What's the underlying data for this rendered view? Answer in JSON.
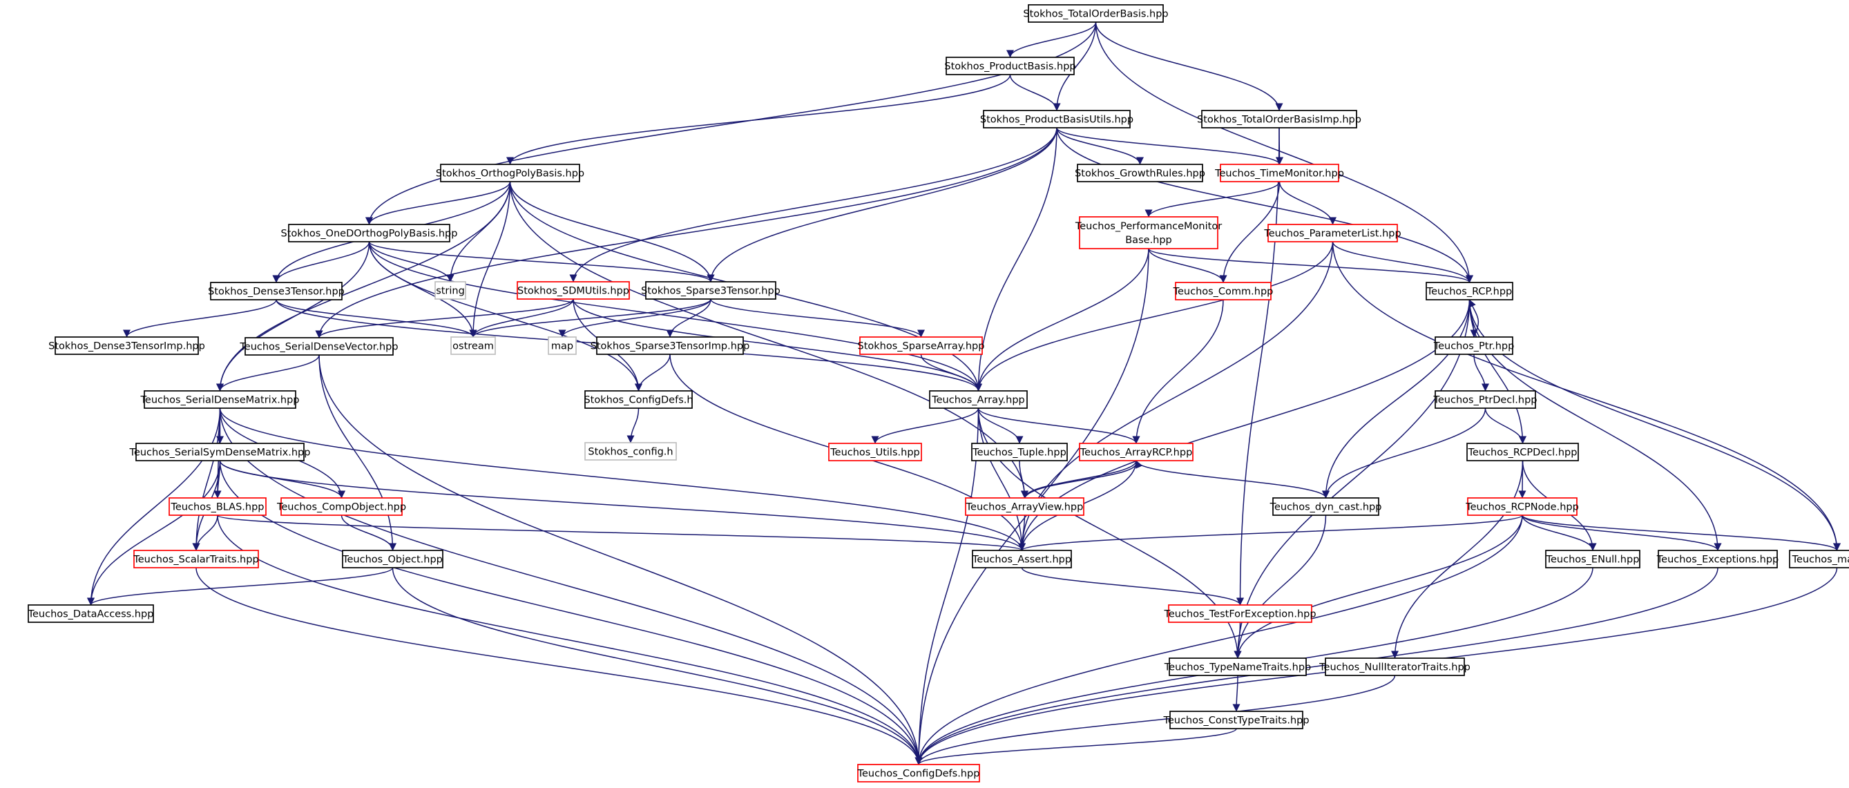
{
  "diagram": {
    "nodes": [
      {
        "id": "total_order_basis",
        "label": "Stokhos_TotalOrderBasis.hpp",
        "style": "root"
      },
      {
        "id": "product_basis",
        "label": "Stokhos_ProductBasis.hpp",
        "style": "normal"
      },
      {
        "id": "product_basis_utils",
        "label": "Stokhos_ProductBasisUtils.hpp",
        "style": "normal"
      },
      {
        "id": "total_order_basis_imp",
        "label": "Stokhos_TotalOrderBasisImp.hpp",
        "style": "normal"
      },
      {
        "id": "orthog_poly_basis",
        "label": "Stokhos_OrthogPolyBasis.hpp",
        "style": "normal"
      },
      {
        "id": "growth_rules",
        "label": "Stokhos_GrowthRules.hpp",
        "style": "normal"
      },
      {
        "id": "time_monitor",
        "label": "Teuchos_TimeMonitor.hpp",
        "style": "truncated"
      },
      {
        "id": "oned_orthog_poly_basis",
        "label": "Stokhos_OneDOrthogPolyBasis.hpp",
        "style": "normal"
      },
      {
        "id": "performance_monitor_base",
        "label": "Teuchos_PerformanceMonitor",
        "label2": "Base.hpp",
        "style": "truncated"
      },
      {
        "id": "parameter_list",
        "label": "Teuchos_ParameterList.hpp",
        "style": "truncated"
      },
      {
        "id": "string",
        "label": "string",
        "style": "external"
      },
      {
        "id": "dense3tensor",
        "label": "Stokhos_Dense3Tensor.hpp",
        "style": "normal"
      },
      {
        "id": "sdmutils",
        "label": "Stokhos_SDMUtils.hpp",
        "style": "truncated"
      },
      {
        "id": "sparse3tensor",
        "label": "Stokhos_Sparse3Tensor.hpp",
        "style": "normal"
      },
      {
        "id": "comm",
        "label": "Teuchos_Comm.hpp",
        "style": "truncated"
      },
      {
        "id": "rcp",
        "label": "Teuchos_RCP.hpp",
        "style": "normal"
      },
      {
        "id": "dense3tensor_imp",
        "label": "Stokhos_Dense3TensorImp.hpp",
        "style": "normal"
      },
      {
        "id": "serial_dense_vector",
        "label": "Teuchos_SerialDenseVector.hpp",
        "style": "normal"
      },
      {
        "id": "ostream",
        "label": "ostream",
        "style": "external"
      },
      {
        "id": "map",
        "label": "map",
        "style": "external"
      },
      {
        "id": "sparse3tensor_imp",
        "label": "Stokhos_Sparse3TensorImp.hpp",
        "style": "normal"
      },
      {
        "id": "sparse_array",
        "label": "Stokhos_SparseArray.hpp",
        "style": "truncated"
      },
      {
        "id": "ptr",
        "label": "Teuchos_Ptr.hpp",
        "style": "normal"
      },
      {
        "id": "serial_dense_matrix",
        "label": "Teuchos_SerialDenseMatrix.hpp",
        "style": "normal"
      },
      {
        "id": "config_defs_h",
        "label": "Stokhos_ConfigDefs.h",
        "style": "normal"
      },
      {
        "id": "array",
        "label": "Teuchos_Array.hpp",
        "style": "normal"
      },
      {
        "id": "ptr_decl",
        "label": "Teuchos_PtrDecl.hpp",
        "style": "normal"
      },
      {
        "id": "stokhos_config",
        "label": "Stokhos_config.h",
        "style": "external"
      },
      {
        "id": "serial_sym_dense_matrix",
        "label": "Teuchos_SerialSymDenseMatrix.hpp",
        "style": "normal"
      },
      {
        "id": "utils",
        "label": "Teuchos_Utils.hpp",
        "style": "truncated"
      },
      {
        "id": "tuple",
        "label": "Teuchos_Tuple.hpp",
        "style": "normal"
      },
      {
        "id": "array_rcp",
        "label": "Teuchos_ArrayRCP.hpp",
        "style": "truncated"
      },
      {
        "id": "rcp_decl",
        "label": "Teuchos_RCPDecl.hpp",
        "style": "normal"
      },
      {
        "id": "blas",
        "label": "Teuchos_BLAS.hpp",
        "style": "truncated"
      },
      {
        "id": "comp_object",
        "label": "Teuchos_CompObject.hpp",
        "style": "truncated"
      },
      {
        "id": "array_view",
        "label": "Teuchos_ArrayView.hpp",
        "style": "truncated"
      },
      {
        "id": "dyn_cast",
        "label": "Teuchos_dyn_cast.hpp",
        "style": "normal"
      },
      {
        "id": "rcp_node",
        "label": "Teuchos_RCPNode.hpp",
        "style": "truncated"
      },
      {
        "id": "scalar_traits",
        "label": "Teuchos_ScalarTraits.hpp",
        "style": "truncated"
      },
      {
        "id": "object",
        "label": "Teuchos_Object.hpp",
        "style": "normal"
      },
      {
        "id": "assert",
        "label": "Teuchos_Assert.hpp",
        "style": "normal"
      },
      {
        "id": "enull",
        "label": "Teuchos_ENull.hpp",
        "style": "normal"
      },
      {
        "id": "exceptions",
        "label": "Teuchos_Exceptions.hpp",
        "style": "normal"
      },
      {
        "id": "teuchos_map",
        "label": "Teuchos_map.hpp",
        "style": "normal"
      },
      {
        "id": "data_access",
        "label": "Teuchos_DataAccess.hpp",
        "style": "normal"
      },
      {
        "id": "test_for_exception",
        "label": "Teuchos_TestForException.hpp",
        "style": "truncated"
      },
      {
        "id": "type_name_traits",
        "label": "Teuchos_TypeNameTraits.hpp",
        "style": "normal"
      },
      {
        "id": "null_iterator_traits",
        "label": "Teuchos_NullIteratorTraits.hpp",
        "style": "normal"
      },
      {
        "id": "const_type_traits",
        "label": "Teuchos_ConstTypeTraits.hpp",
        "style": "normal"
      },
      {
        "id": "teuchos_config_defs",
        "label": "Teuchos_ConfigDefs.hpp",
        "style": "truncated"
      }
    ],
    "edges": [
      [
        "total_order_basis",
        "product_basis"
      ],
      [
        "total_order_basis",
        "product_basis_utils"
      ],
      [
        "total_order_basis",
        "total_order_basis_imp"
      ],
      [
        "total_order_basis",
        "oned_orthog_poly_basis"
      ],
      [
        "total_order_basis",
        "rcp"
      ],
      [
        "product_basis",
        "product_basis_utils"
      ],
      [
        "product_basis",
        "orthog_poly_basis"
      ],
      [
        "product_basis_utils",
        "growth_rules"
      ],
      [
        "product_basis_utils",
        "time_monitor"
      ],
      [
        "product_basis_utils",
        "rcp"
      ],
      [
        "product_basis_utils",
        "array"
      ],
      [
        "product_basis_utils",
        "sdmutils"
      ],
      [
        "product_basis_utils",
        "sparse3tensor"
      ],
      [
        "product_basis_utils",
        "serial_dense_vector"
      ],
      [
        "total_order_basis_imp",
        "time_monitor"
      ],
      [
        "total_order_basis_imp",
        "test_for_exception"
      ],
      [
        "orthog_poly_basis",
        "oned_orthog_poly_basis"
      ],
      [
        "orthog_poly_basis",
        "dense3tensor"
      ],
      [
        "orthog_poly_basis",
        "sparse3tensor"
      ],
      [
        "orthog_poly_basis",
        "string"
      ],
      [
        "orthog_poly_basis",
        "ostream"
      ],
      [
        "orthog_poly_basis",
        "array"
      ],
      [
        "orthog_poly_basis",
        "serial_dense_matrix"
      ],
      [
        "orthog_poly_basis",
        "array_view"
      ],
      [
        "time_monitor",
        "performance_monitor_base"
      ],
      [
        "time_monitor",
        "parameter_list"
      ],
      [
        "time_monitor",
        "comm"
      ],
      [
        "oned_orthog_poly_basis",
        "dense3tensor"
      ],
      [
        "oned_orthog_poly_basis",
        "sparse3tensor"
      ],
      [
        "oned_orthog_poly_basis",
        "string"
      ],
      [
        "oned_orthog_poly_basis",
        "ostream"
      ],
      [
        "oned_orthog_poly_basis",
        "array"
      ],
      [
        "oned_orthog_poly_basis",
        "config_defs_h"
      ],
      [
        "oned_orthog_poly_basis",
        "serial_dense_matrix"
      ],
      [
        "performance_monitor_base",
        "comm"
      ],
      [
        "performance_monitor_base",
        "rcp"
      ],
      [
        "performance_monitor_base",
        "array"
      ],
      [
        "performance_monitor_base",
        "teuchos_config_defs"
      ],
      [
        "parameter_list",
        "rcp"
      ],
      [
        "parameter_list",
        "array"
      ],
      [
        "parameter_list",
        "assert"
      ],
      [
        "parameter_list",
        "teuchos_map"
      ],
      [
        "dense3tensor",
        "dense3tensor_imp"
      ],
      [
        "dense3tensor",
        "ostream"
      ],
      [
        "dense3tensor",
        "array"
      ],
      [
        "sdmutils",
        "serial_dense_vector"
      ],
      [
        "sdmutils",
        "ostream"
      ],
      [
        "sdmutils",
        "config_defs_h"
      ],
      [
        "sdmutils",
        "array"
      ],
      [
        "sparse3tensor",
        "ostream"
      ],
      [
        "sparse3tensor",
        "map"
      ],
      [
        "sparse3tensor",
        "sparse3tensor_imp"
      ],
      [
        "sparse3tensor",
        "sparse_array"
      ],
      [
        "comm",
        "array_rcp"
      ],
      [
        "rcp",
        "ptr"
      ],
      [
        "rcp",
        "rcp_decl"
      ],
      [
        "rcp",
        "dyn_cast"
      ],
      [
        "rcp",
        "assert"
      ],
      [
        "rcp",
        "exceptions"
      ],
      [
        "rcp",
        "teuchos_map"
      ],
      [
        "rcp",
        "type_name_traits"
      ],
      [
        "serial_dense_vector",
        "serial_dense_matrix"
      ],
      [
        "serial_dense_vector",
        "object"
      ],
      [
        "serial_dense_vector",
        "teuchos_config_defs"
      ],
      [
        "sparse3tensor_imp",
        "config_defs_h"
      ],
      [
        "sparse3tensor_imp",
        "assert"
      ],
      [
        "sparse_array",
        "array"
      ],
      [
        "ptr",
        "rcp"
      ],
      [
        "ptr",
        "ptr_decl"
      ],
      [
        "serial_dense_matrix",
        "serial_sym_dense_matrix"
      ],
      [
        "serial_dense_matrix",
        "blas"
      ],
      [
        "serial_dense_matrix",
        "comp_object"
      ],
      [
        "serial_dense_matrix",
        "scalar_traits"
      ],
      [
        "serial_dense_matrix",
        "data_access"
      ],
      [
        "serial_dense_matrix",
        "assert"
      ],
      [
        "serial_dense_matrix",
        "teuchos_config_defs"
      ],
      [
        "config_defs_h",
        "stokhos_config"
      ],
      [
        "array",
        "utils"
      ],
      [
        "array",
        "tuple"
      ],
      [
        "array",
        "array_rcp"
      ],
      [
        "array",
        "assert"
      ],
      [
        "array",
        "type_name_traits"
      ],
      [
        "array",
        "teuchos_config_defs"
      ],
      [
        "ptr_decl",
        "rcp_decl"
      ],
      [
        "ptr_decl",
        "dyn_cast"
      ],
      [
        "serial_sym_dense_matrix",
        "blas"
      ],
      [
        "serial_sym_dense_matrix",
        "comp_object"
      ],
      [
        "serial_sym_dense_matrix",
        "scalar_traits"
      ],
      [
        "serial_sym_dense_matrix",
        "data_access"
      ],
      [
        "serial_sym_dense_matrix",
        "assert"
      ],
      [
        "serial_sym_dense_matrix",
        "teuchos_config_defs"
      ],
      [
        "tuple",
        "array_view"
      ],
      [
        "array_rcp",
        "array_view"
      ],
      [
        "array_rcp",
        "assert"
      ],
      [
        "array_rcp",
        "dyn_cast"
      ],
      [
        "rcp_decl",
        "rcp_node"
      ],
      [
        "rcp_decl",
        "enull"
      ],
      [
        "rcp_decl",
        "null_iterator_traits"
      ],
      [
        "blas",
        "scalar_traits"
      ],
      [
        "blas",
        "assert"
      ],
      [
        "blas",
        "teuchos_config_defs"
      ],
      [
        "comp_object",
        "object"
      ],
      [
        "array_view",
        "array_rcp"
      ],
      [
        "array_view",
        "assert"
      ],
      [
        "dyn_cast",
        "type_name_traits"
      ],
      [
        "rcp_node",
        "assert"
      ],
      [
        "rcp_node",
        "enull"
      ],
      [
        "rcp_node",
        "exceptions"
      ],
      [
        "rcp_node",
        "teuchos_map"
      ],
      [
        "rcp_node",
        "type_name_traits"
      ],
      [
        "rcp_node",
        "teuchos_config_defs"
      ],
      [
        "scalar_traits",
        "teuchos_config_defs"
      ],
      [
        "object",
        "data_access"
      ],
      [
        "object",
        "teuchos_config_defs"
      ],
      [
        "assert",
        "test_for_exception"
      ],
      [
        "enull",
        "teuchos_config_defs"
      ],
      [
        "exceptions",
        "teuchos_config_defs"
      ],
      [
        "teuchos_map",
        "teuchos_config_defs"
      ],
      [
        "test_for_exception",
        "type_name_traits"
      ],
      [
        "type_name_traits",
        "const_type_traits"
      ],
      [
        "null_iterator_traits",
        "teuchos_config_defs"
      ],
      [
        "const_type_traits",
        "teuchos_config_defs"
      ]
    ],
    "colors": {
      "edge": "#191970",
      "normal_border": "#000000",
      "truncated_border": "#ff0000",
      "external_border": "#bfbfbf",
      "root_fill": "#bfbfbf"
    }
  }
}
